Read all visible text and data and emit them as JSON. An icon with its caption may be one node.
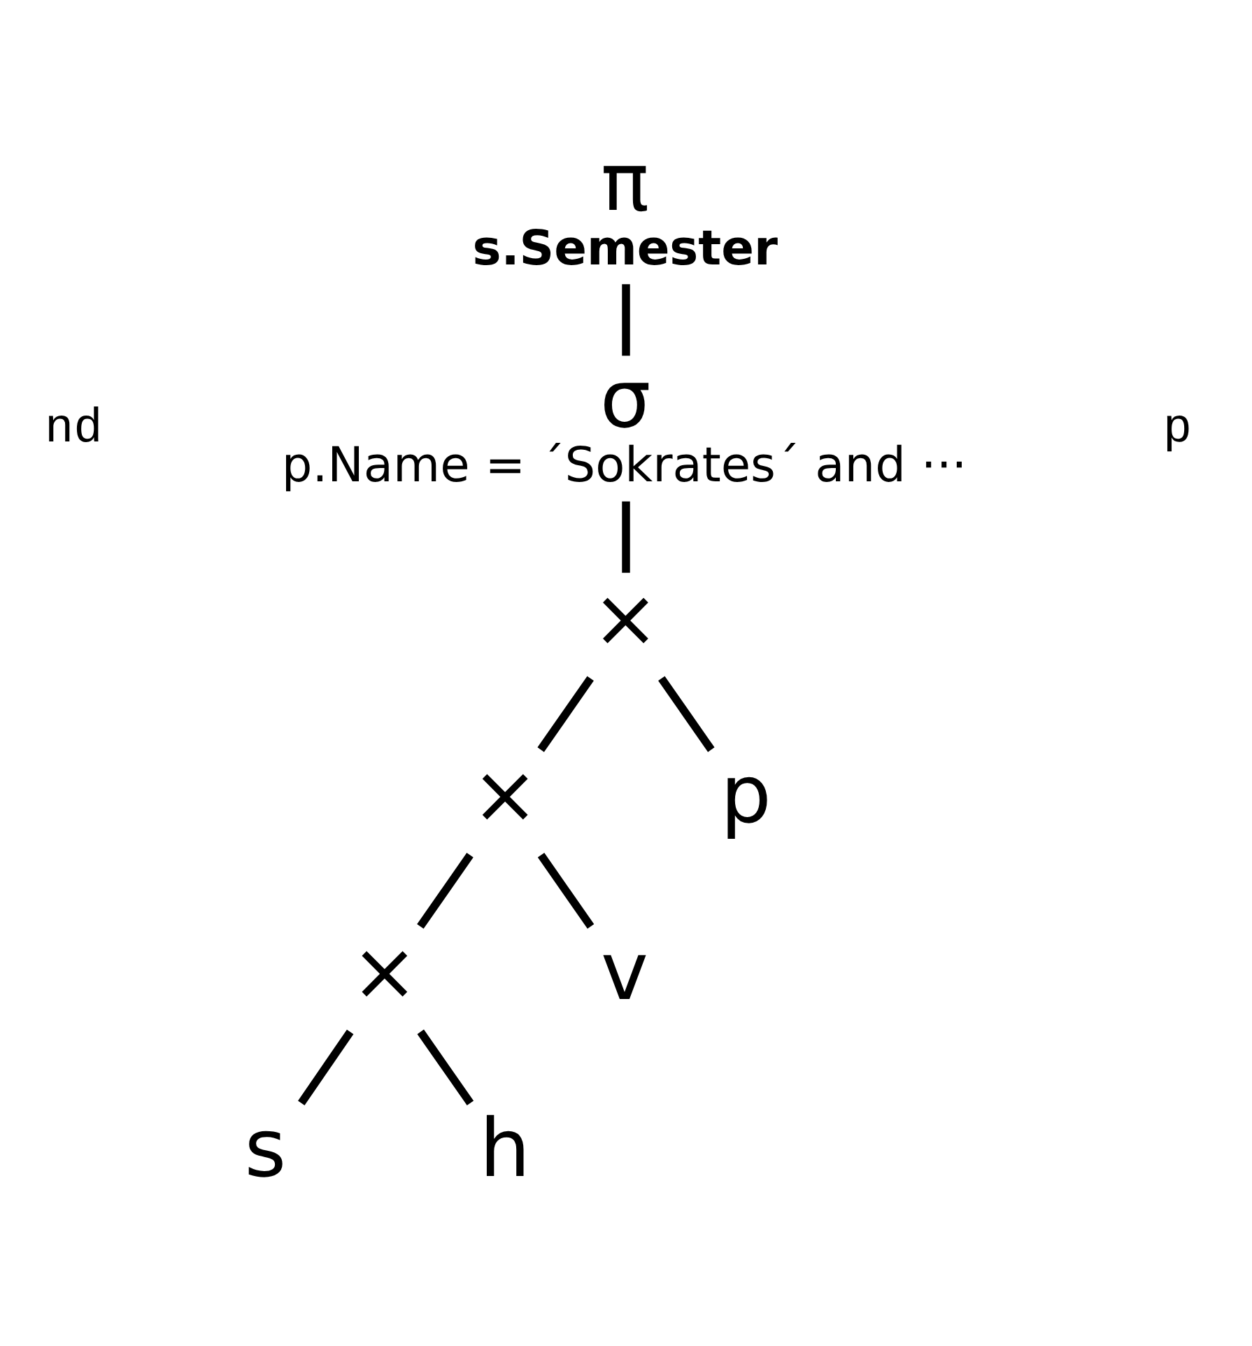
{
  "diagram": {
    "nodes": [
      {
        "text": [
          "π",
          "s.Semester"
        ]
      },
      {
        "text": [
          "σ",
          "p.Name = ´Sokrates´ and ···"
        ]
      },
      {
        "text": [
          "×"
        ]
      },
      {
        "text": [
          "×"
        ]
      },
      {
        "text": [
          "p"
        ]
      },
      {
        "text": [
          "×"
        ]
      },
      {
        "text": [
          "v"
        ]
      },
      {
        "text": [
          "s"
        ]
      },
      {
        "text": [
          "h"
        ]
      }
    ],
    "edges": [
      {
        "from": 0,
        "to": 1,
        "arrow": "none"
      },
      {
        "from": 1,
        "to": 2,
        "arrow": "none"
      },
      {
        "from": 2,
        "to": 3,
        "arrow": "none"
      },
      {
        "from": 2,
        "to": 4,
        "arrow": "none"
      },
      {
        "from": 3,
        "to": 5,
        "arrow": "none"
      },
      {
        "from": 3,
        "to": 6,
        "arrow": "none"
      },
      {
        "from": 5,
        "to": 7,
        "arrow": "none"
      },
      {
        "from": 5,
        "to": 8,
        "arrow": "none"
      }
    ],
    "labels": [
      "p",
      "nd"
    ]
  }
}
